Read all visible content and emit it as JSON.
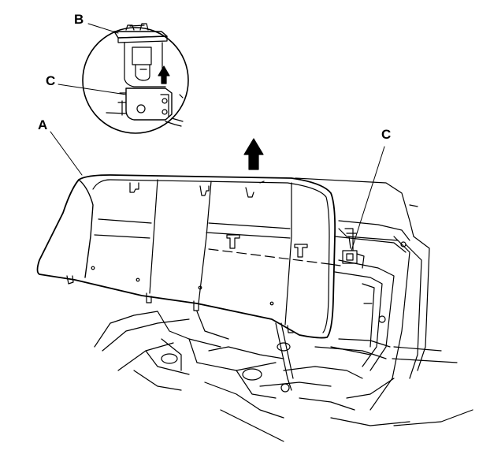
{
  "callouts": {
    "a": "A",
    "b": "B",
    "c_inset": "C",
    "c_main": "C"
  },
  "colors": {
    "line": "#000000",
    "background": "#ffffff"
  }
}
